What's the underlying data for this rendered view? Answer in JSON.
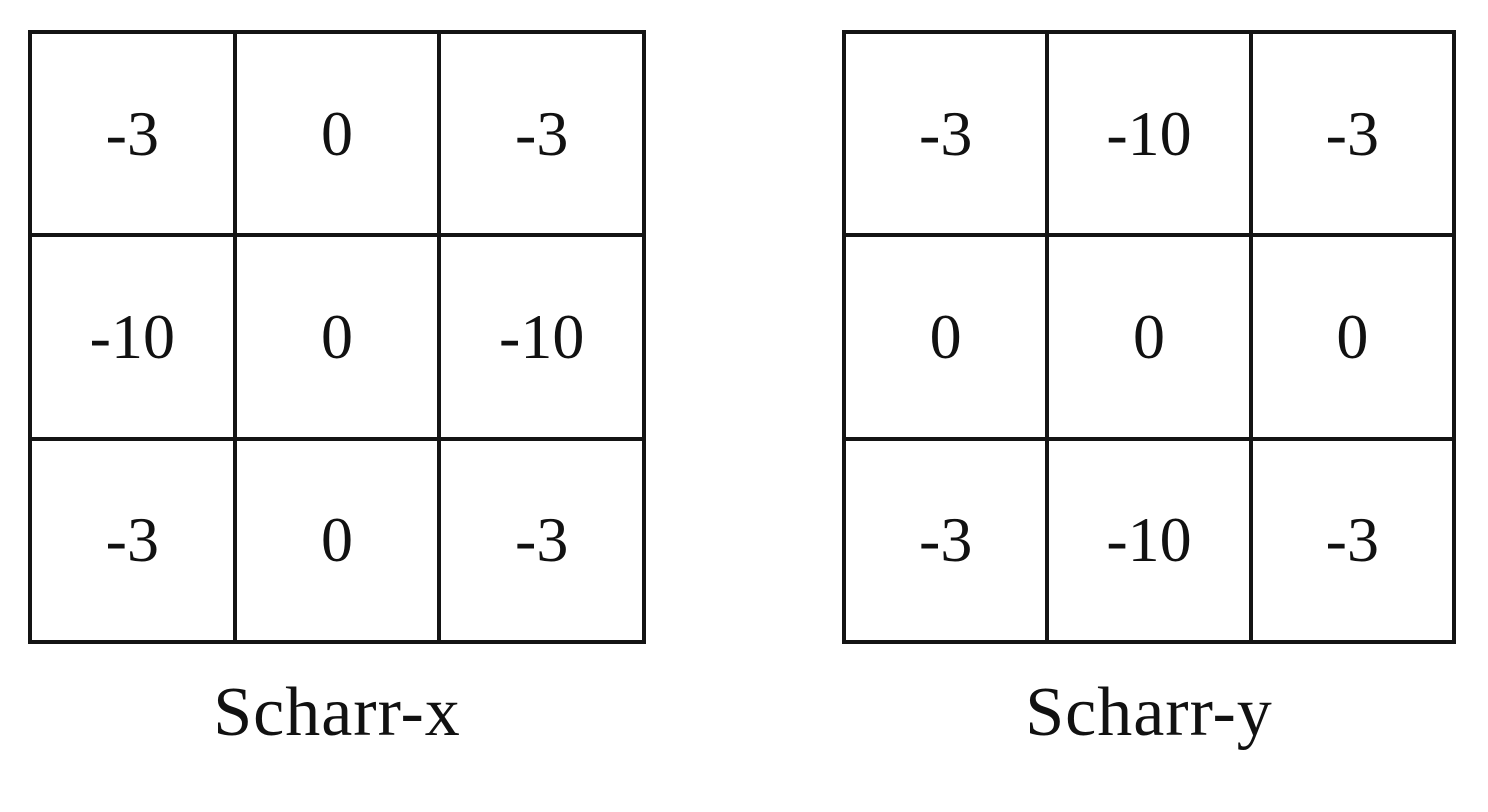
{
  "colors": {
    "background": "#ffffff",
    "line": "#141414",
    "text": "#111111"
  },
  "kernels": [
    {
      "caption": "Scharr-x",
      "rows": [
        [
          "-3",
          "0",
          "-3"
        ],
        [
          "-10",
          "0",
          "-10"
        ],
        [
          "-3",
          "0",
          "-3"
        ]
      ]
    },
    {
      "caption": "Scharr-y",
      "rows": [
        [
          "-3",
          "-10",
          "-3"
        ],
        [
          "0",
          "0",
          "0"
        ],
        [
          "-3",
          "-10",
          "-3"
        ]
      ]
    }
  ]
}
